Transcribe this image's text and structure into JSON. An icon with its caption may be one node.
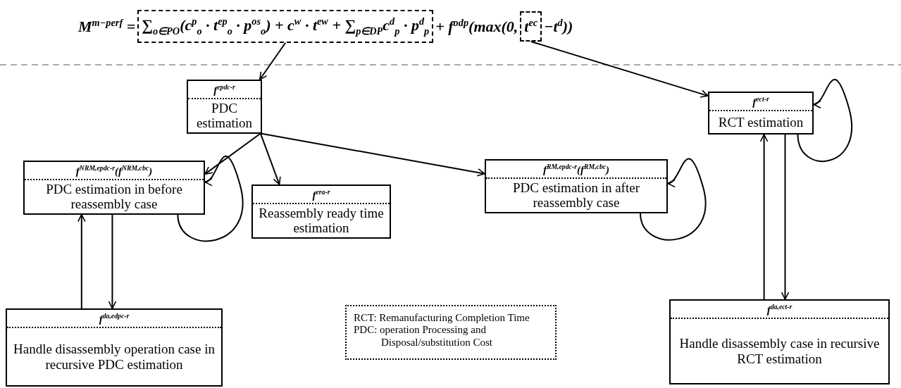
{
  "diagram": {
    "nodes": [
      {
        "text": [
          "∑$_{o∈PO}$(c$^{p}$$_{o}$ · t$^{ep}$$_{o}$ · p$^{os}$$_{o}$) + c$^{w}$ · t$^{ew}$ + ∑$_{p∈DP}$c$^{d}$$_{p}$ · p$^{d}$$_{p}$"
        ]
      },
      {
        "text": [
          "t$^{ec}$"
        ]
      },
      {
        "text": [
          "f$^{epdc-r}$",
          "PDC estimation"
        ]
      },
      {
        "text": [
          "f$^{ect-r}$",
          "RCT estimation"
        ]
      },
      {
        "text": [
          "f$^{NRM,epdc-r}$(f$^{NRM,cbc}$)",
          "PDC estimation in before reassembly case"
        ]
      },
      {
        "text": [
          "f$^{era-r}$",
          "Reassembly ready time estimation"
        ]
      },
      {
        "text": [
          "f$^{RM,epdc-r}$(f$^{RM,cbc}$)",
          "PDC estimation in after reassembly case"
        ]
      },
      {
        "text": [
          "f$^{da,edpc-r}$",
          "Handle disassembly operation case in recursive PDC estimation"
        ]
      },
      {
        "text": [
          "f$^{da,ect-r}$",
          "Handle disassembly case in recursive RCT estimation"
        ]
      },
      {
        "text": [
          "RCT: Remanufacturing Completion Time",
          "PDC: operation Processing and Disposal/substitution Cost"
        ]
      }
    ],
    "edges": [
      {
        "from": 0,
        "to": 2,
        "arrow": "to"
      },
      {
        "from": 1,
        "to": 3,
        "arrow": "to"
      },
      {
        "from": 2,
        "to": 4,
        "arrow": "to"
      },
      {
        "from": 2,
        "to": 5,
        "arrow": "to"
      },
      {
        "from": 2,
        "to": 6,
        "arrow": "to"
      },
      {
        "from": 4,
        "to": 4,
        "arrow": "to"
      },
      {
        "from": 6,
        "to": 6,
        "arrow": "to"
      },
      {
        "from": 3,
        "to": 3,
        "arrow": "to"
      },
      {
        "from": 4,
        "to": 7,
        "arrow": "to"
      },
      {
        "from": 7,
        "to": 4,
        "arrow": "to"
      },
      {
        "from": 3,
        "to": 8,
        "arrow": "to"
      },
      {
        "from": 8,
        "to": 3,
        "arrow": "to"
      }
    ],
    "labels": [
      "M$^{m−perf}$ =",
      "+ f$^{odp}$(max(0,",
      "−t$^{d}$))"
    ]
  }
}
